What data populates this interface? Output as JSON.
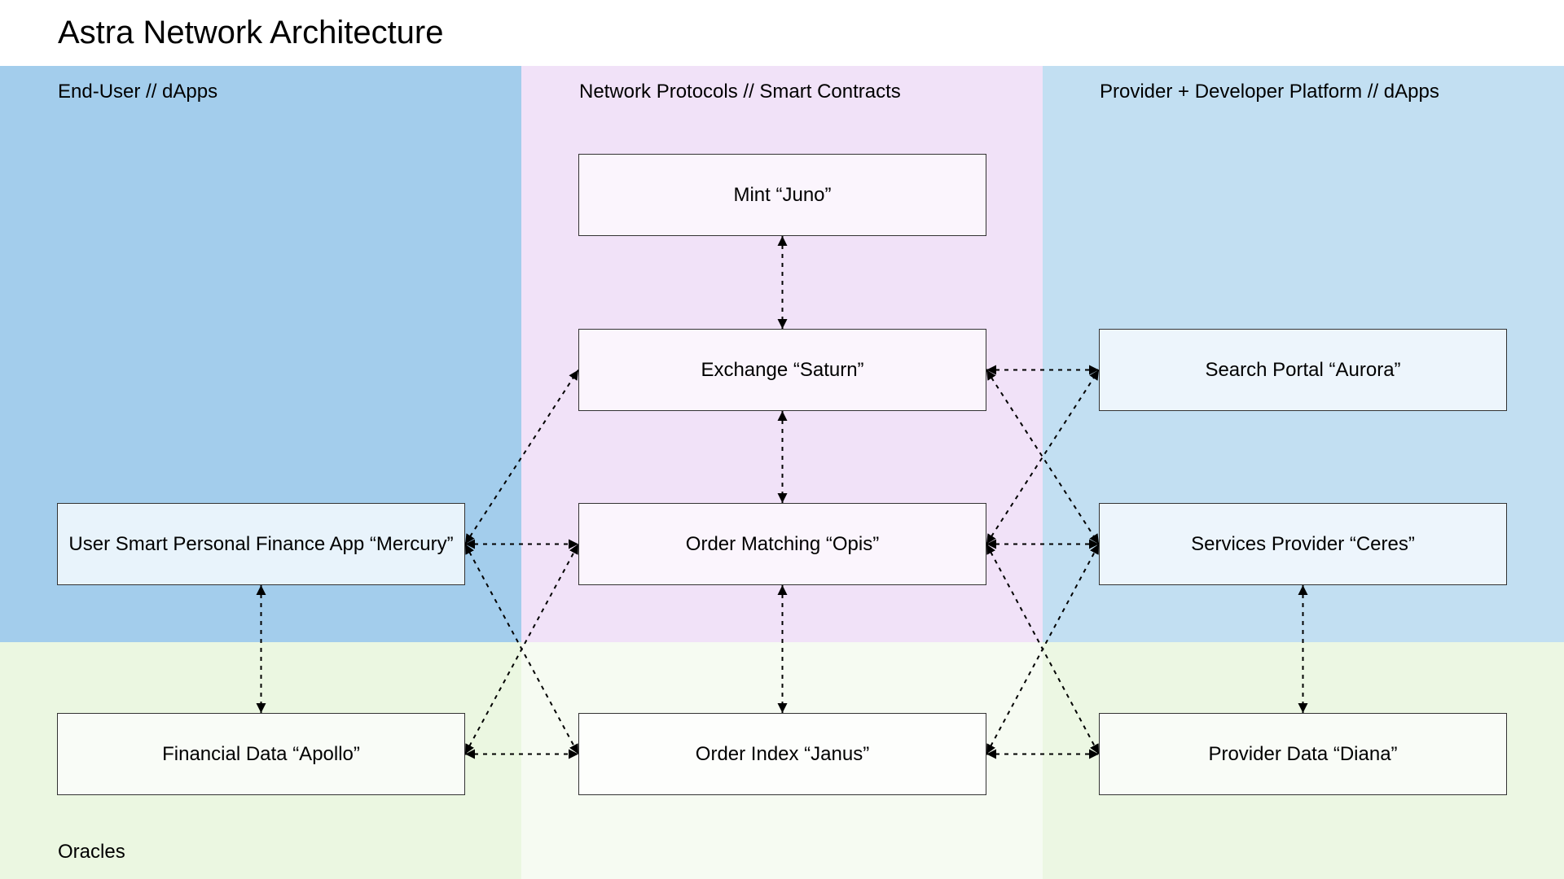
{
  "diagram": {
    "title": "Astra Network Architecture",
    "colors": {
      "end_user_region": "#a3cdec",
      "protocols_region": "#f1e2f8",
      "provider_region": "#c2dff2",
      "oracles_left": "#ebf7e1",
      "oracles_mid": "#f6fbf2",
      "oracles_right": "#ecf7e3",
      "node_protocol_fill": "#fbf5fd",
      "node_user_fill": "#e8f3fb",
      "node_provider_fill": "#edf5fc",
      "node_oracle_fill": "#f9fcf7",
      "edge": "#000000"
    },
    "regions": {
      "end_user": "End-User // dApps",
      "protocols": "Network Protocols // Smart Contracts",
      "provider": "Provider + Developer Platform // dApps",
      "oracles": "Oracles"
    },
    "nodes": {
      "mint": "Mint “Juno”",
      "exchange": "Exchange “Saturn”",
      "order_matching": "Order Matching “Opis”",
      "order_index": "Order Index “Janus”",
      "mercury": "User Smart Personal Finance App “Mercury”",
      "apollo": "Financial Data “Apollo”",
      "aurora": "Search Portal “Aurora”",
      "ceres": "Services Provider “Ceres”",
      "diana": "Provider Data “Diana”"
    },
    "edges": [
      [
        "mint",
        "exchange"
      ],
      [
        "exchange",
        "order_matching"
      ],
      [
        "order_matching",
        "order_index"
      ],
      [
        "mercury",
        "order_matching"
      ],
      [
        "mercury",
        "exchange"
      ],
      [
        "mercury",
        "order_index"
      ],
      [
        "mercury",
        "apollo"
      ],
      [
        "apollo",
        "order_index"
      ],
      [
        "apollo",
        "order_matching"
      ],
      [
        "exchange",
        "aurora"
      ],
      [
        "exchange",
        "ceres"
      ],
      [
        "order_matching",
        "aurora"
      ],
      [
        "order_matching",
        "ceres"
      ],
      [
        "order_matching",
        "diana"
      ],
      [
        "order_index",
        "ceres"
      ],
      [
        "order_index",
        "diana"
      ],
      [
        "ceres",
        "diana"
      ]
    ]
  }
}
